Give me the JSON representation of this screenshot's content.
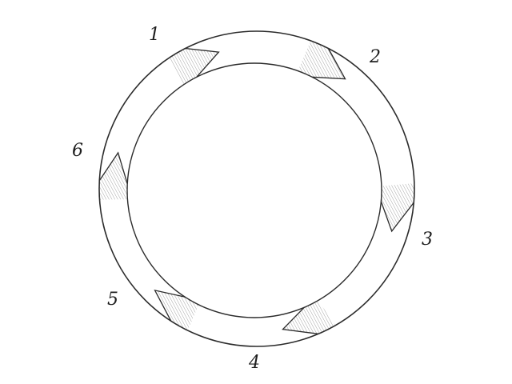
{
  "diagram": {
    "segments": [
      {
        "label": "1"
      },
      {
        "label": "2"
      },
      {
        "label": "3"
      },
      {
        "label": "4"
      },
      {
        "label": "5"
      },
      {
        "label": "6"
      }
    ]
  }
}
